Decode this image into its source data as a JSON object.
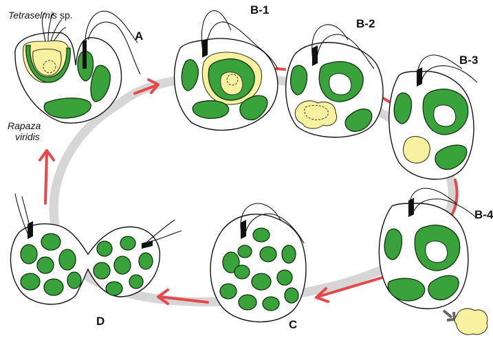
{
  "labels": {
    "organism_prey": "Tetraselmis",
    "organism_prey_suffix": " sp.",
    "organism_host_line1": "Rapaza",
    "organism_host_line2": "viridis",
    "stage_a": "A",
    "stage_b1": "B-1",
    "stage_b2": "B-2",
    "stage_b3": "B-3",
    "stage_b4": "B-4",
    "stage_c": "C",
    "stage_d": "D"
  },
  "colors": {
    "cycle_ring": "#d4d4d4",
    "arrow": "#e8474a",
    "chloroplast": "#3aa23a",
    "prey_cytoplasm": "#f7f1a0",
    "excretion_arrow": "#666666"
  }
}
